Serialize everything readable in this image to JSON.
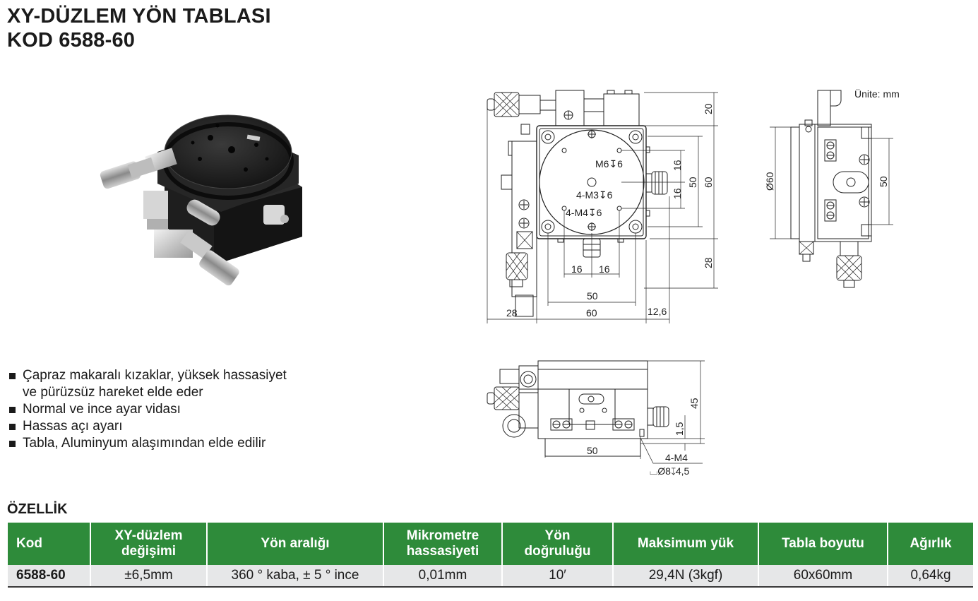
{
  "header": {
    "title_line1": "XY-DÜZLEM YÖN TABLASI",
    "title_line2": "KOD 6588-60"
  },
  "drawing": {
    "units": "Ünite: mm",
    "top_view": {
      "dim_20": "20",
      "dim_16a": "16",
      "dim_16b": "16",
      "dim_50v": "50",
      "dim_60v": "60",
      "dim_28v": "28",
      "dim_16h1": "16",
      "dim_16h2": "16",
      "dim_50h": "50",
      "dim_28h": "28",
      "dim_60h": "60",
      "dim_12_6": "12,6",
      "label_m6": "M6↧6",
      "label_m3": "4-M3↧6",
      "label_m4": "4-M4↧6"
    },
    "side_view": {
      "dim_phi60": "Ø60",
      "dim_50": "50"
    },
    "front_view": {
      "dim_45": "45",
      "dim_1_5": "1,5",
      "dim_50": "50",
      "label_m4": "4-M4",
      "label_counterbore": "⌴Ø8↧4,5"
    }
  },
  "features": [
    "Çapraz makaralı kızaklar, yüksek hassasiyet",
    "ve pürüzsüz hareket elde eder",
    "Normal ve ince ayar vidası",
    "Hassas açı ayarı",
    "Tabla, Aluminyum alaşımından elde edilir"
  ],
  "specs": {
    "heading": "ÖZELLİK",
    "columns": [
      [
        "Kod"
      ],
      [
        "XY-düzlem",
        "değişimi"
      ],
      [
        "Yön aralığı"
      ],
      [
        "Mikrometre",
        "hassasiyeti"
      ],
      [
        "Yön",
        "doğruluğu"
      ],
      [
        "Maksimum yük"
      ],
      [
        "Tabla boyutu"
      ],
      [
        "Ağırlık"
      ]
    ],
    "rows": [
      [
        "6588-60",
        "±6,5mm",
        "360 ° kaba, ± 5 ° ince",
        "0,01mm",
        "10′",
        "29,4N (3kgf)",
        "60x60mm",
        "0,64kg"
      ]
    ]
  },
  "colors": {
    "header_green": "#2e8b3a",
    "row_grey": "#e6e7e8"
  }
}
